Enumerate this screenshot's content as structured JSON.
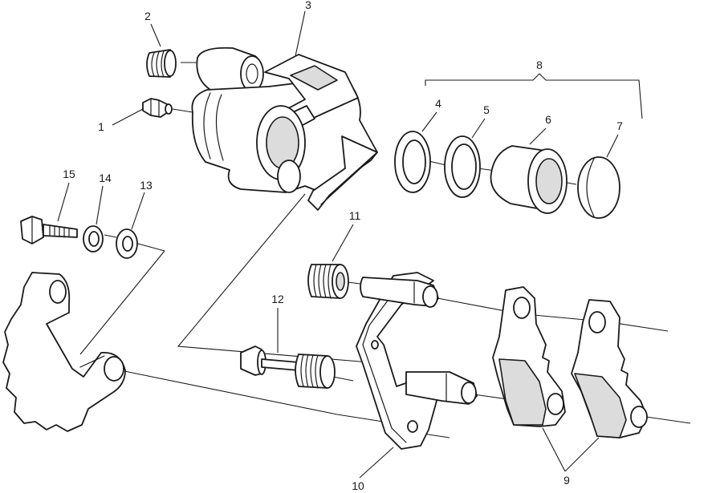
{
  "diagram": {
    "callouts": [
      {
        "id": "c1",
        "text": "1"
      },
      {
        "id": "c2",
        "text": "2"
      },
      {
        "id": "c3",
        "text": "3"
      },
      {
        "id": "c4",
        "text": "4"
      },
      {
        "id": "c5",
        "text": "5"
      },
      {
        "id": "c6",
        "text": "6"
      },
      {
        "id": "c7",
        "text": "7"
      },
      {
        "id": "c8",
        "text": "8"
      },
      {
        "id": "c9",
        "text": "9"
      },
      {
        "id": "c10",
        "text": "10"
      },
      {
        "id": "c11",
        "text": "11"
      },
      {
        "id": "c12",
        "text": "12"
      },
      {
        "id": "c13",
        "text": "13"
      },
      {
        "id": "c14",
        "text": "14"
      },
      {
        "id": "c15",
        "text": "15"
      }
    ],
    "colors": {
      "line": "#1a1a1a",
      "background": "#ffffff",
      "shade": "#dcdcdc"
    }
  }
}
